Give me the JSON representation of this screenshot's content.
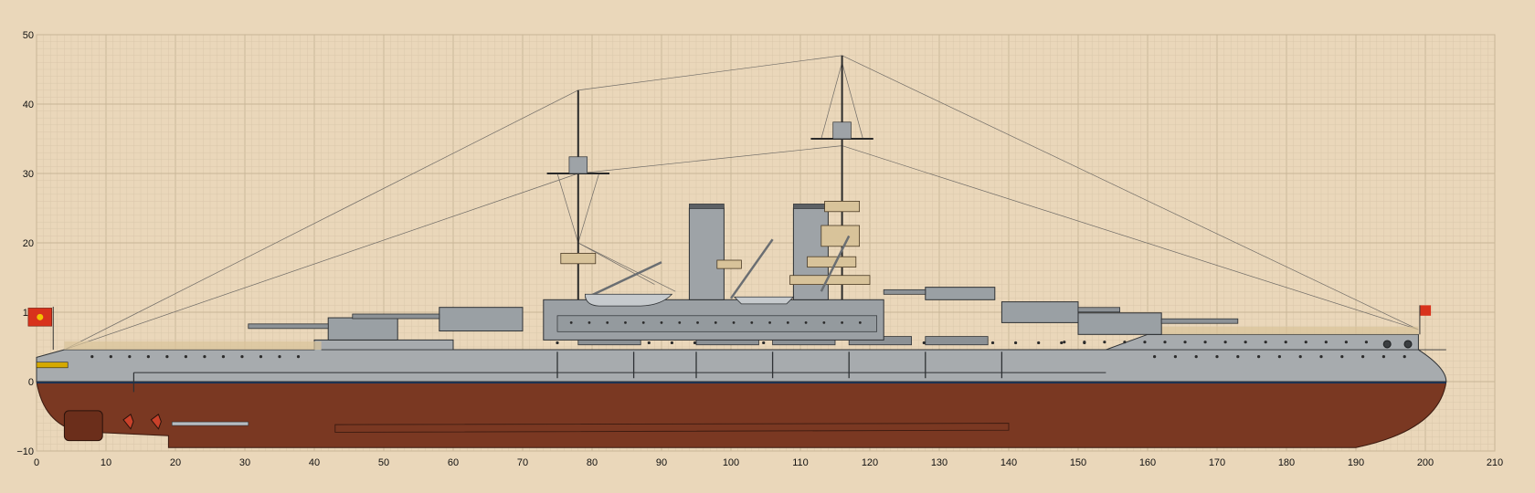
{
  "colors": {
    "background": "#ead7ba",
    "grid_minor": "#d9c7aa",
    "grid_major": "#c8b596",
    "hull_gray": "#a7abae",
    "upper_gray": "#9ba0a4",
    "hull_bottom": "#7a3822",
    "waterline": "#17335c",
    "deck_tan": "#d8c39a",
    "flag_red": "#d8321c",
    "flag_yellow": "#f2c300"
  },
  "axes": {
    "x_ticks": [
      "0",
      "10",
      "20",
      "30",
      "40",
      "50",
      "60",
      "70",
      "80",
      "90",
      "100",
      "110",
      "120",
      "130",
      "140",
      "150",
      "160",
      "170",
      "180",
      "190",
      "200",
      "210"
    ],
    "y_ticks": [
      "50",
      "40",
      "30",
      "20",
      "10",
      "0",
      "−10"
    ]
  }
}
